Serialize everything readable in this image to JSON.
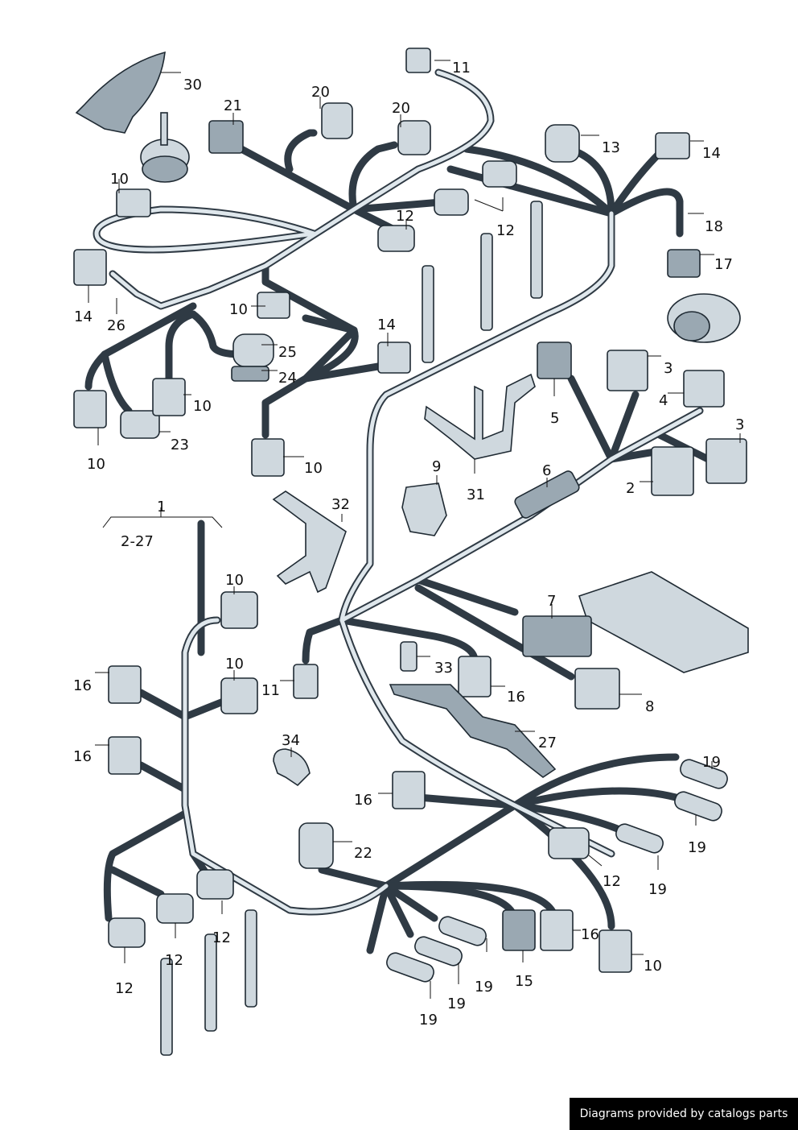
{
  "labels": {
    "l30": "30",
    "l21": "21",
    "l20a": "20",
    "l20b": "20",
    "l11a": "11",
    "l13": "13",
    "l14a": "14",
    "l10a": "10",
    "l12a": "12",
    "l12b": "12",
    "l18": "18",
    "l17": "17",
    "l14b": "14",
    "l26": "26",
    "l10b": "10",
    "l25": "25",
    "l24": "24",
    "l14c": "14",
    "l10c": "10",
    "l23": "23",
    "l10d": "10",
    "l10e": "10",
    "l3a": "3",
    "l4": "4",
    "l3b": "3",
    "l5": "5",
    "l9": "9",
    "l6": "6",
    "l31": "31",
    "l2": "2",
    "l32": "32",
    "l1": "1",
    "l2_27": "2-27",
    "l10f": "10",
    "l7": "7",
    "l10g": "10",
    "l16a": "16",
    "l11b": "11",
    "l33": "33",
    "l16b": "16",
    "l8": "8",
    "l16c": "16",
    "l27": "27",
    "l34": "34",
    "l19a": "19",
    "l16d": "16",
    "l19b": "19",
    "l22": "22",
    "l12c": "12",
    "l19c": "19",
    "l12d": "12",
    "l16e": "16",
    "l10h": "10",
    "l12e": "12",
    "l15": "15",
    "l19d": "19",
    "l12f": "12",
    "l19e": "19",
    "l19f": "19"
  },
  "footer": {
    "credit": "Diagrams provided by catalogs parts"
  }
}
